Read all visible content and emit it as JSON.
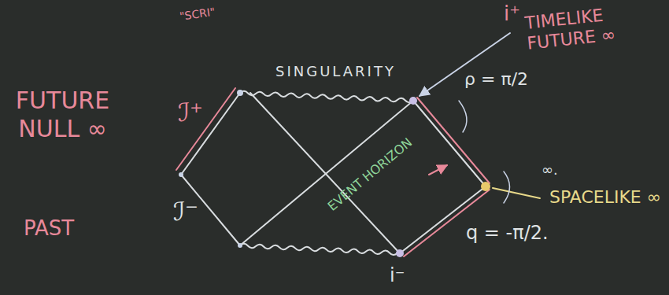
{
  "diagram": {
    "labels": [
      "\"SCRI\"",
      "FUTURE NULL ∞",
      "PAST",
      "ℐ⁺",
      "ℐ⁻",
      "SINGULARITY",
      "EVENT HORIZON",
      "i⁺",
      "TIMELIKE FUTURE ∞",
      "ρ = π/2",
      "∞.",
      "SPACELIKE ∞",
      "q = -π/2.",
      "i⁻"
    ]
  }
}
